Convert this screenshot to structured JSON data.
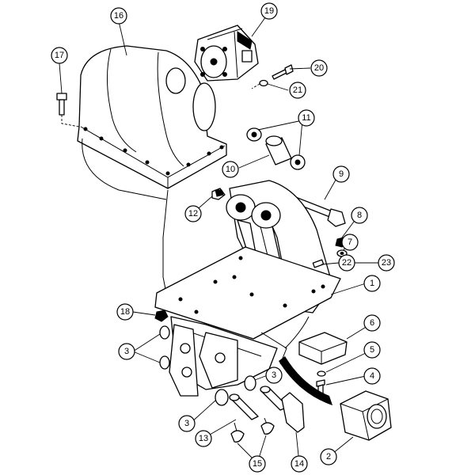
{
  "callouts": [
    {
      "id": "c1",
      "label": "1"
    },
    {
      "id": "c2",
      "label": "2"
    },
    {
      "id": "c3a",
      "label": "3"
    },
    {
      "id": "c3b",
      "label": "3"
    },
    {
      "id": "c3c",
      "label": "3"
    },
    {
      "id": "c4",
      "label": "4"
    },
    {
      "id": "c5",
      "label": "5"
    },
    {
      "id": "c6",
      "label": "6"
    },
    {
      "id": "c7",
      "label": "7"
    },
    {
      "id": "c8",
      "label": "8"
    },
    {
      "id": "c9",
      "label": "9"
    },
    {
      "id": "c10",
      "label": "10"
    },
    {
      "id": "c11",
      "label": "11"
    },
    {
      "id": "c12",
      "label": "12"
    },
    {
      "id": "c13",
      "label": "13"
    },
    {
      "id": "c14",
      "label": "14"
    },
    {
      "id": "c15",
      "label": "15"
    },
    {
      "id": "c16",
      "label": "16"
    },
    {
      "id": "c17",
      "label": "17"
    },
    {
      "id": "c18",
      "label": "18"
    },
    {
      "id": "c19",
      "label": "19"
    },
    {
      "id": "c20",
      "label": "20"
    },
    {
      "id": "c21",
      "label": "21"
    },
    {
      "id": "c22",
      "label": "22"
    },
    {
      "id": "c23",
      "label": "23"
    }
  ]
}
